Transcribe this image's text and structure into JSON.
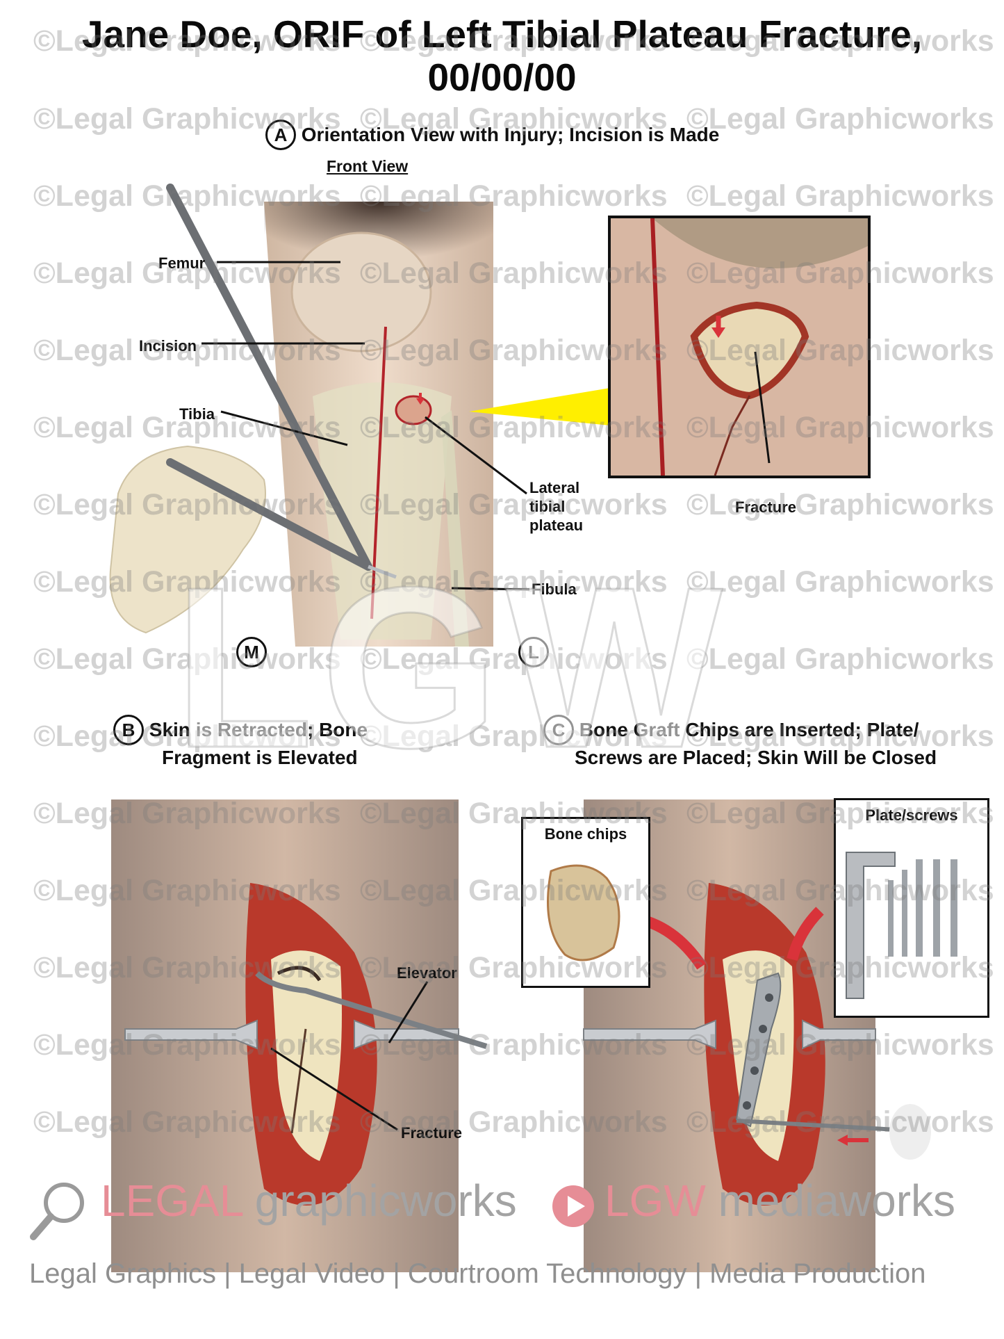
{
  "title": {
    "line1": "Jane Doe, ORIF of Left Tibial Plateau Fracture,",
    "line2": "00/00/00"
  },
  "sections": {
    "a": {
      "marker": "A",
      "title": "Orientation View with Injury; Incision is Made",
      "subheading": "Front View",
      "labels": {
        "femur": "Femur",
        "incision": "Incision",
        "tibia": "Tibia",
        "lateral_tibial_plateau": [
          "Lateral",
          "tibial",
          "plateau"
        ],
        "fibula": "Fibula",
        "fracture": "Fracture"
      },
      "orientation": {
        "medial": "M",
        "lateral": "L"
      }
    },
    "b": {
      "marker": "B",
      "title_lines": [
        "Skin is Retracted; Bone",
        "Fragment is Elevated"
      ],
      "labels": {
        "elevator": "Elevator",
        "fracture": "Fracture"
      }
    },
    "c": {
      "marker": "C",
      "title_lines": [
        "Bone Graft Chips are Inserted; Plate/",
        "Screws are Placed; Skin Will be Closed"
      ],
      "labels": {
        "bone_chips": "Bone chips",
        "plate_screws": "Plate/screws"
      }
    }
  },
  "watermark": {
    "text": "©Legal Graphicworks",
    "center_logo": "LGW"
  },
  "footer": {
    "brand_left_1": "LEGAL",
    "brand_left_2": "graphicworks",
    "brand_right_1": "LGW",
    "brand_right_2": "mediaworks",
    "tagline": "Legal Graphics | Legal Video | Courtroom Technology | Media Production"
  },
  "colors": {
    "accent_red": "#d9333a",
    "callout_yellow": "#ffef00",
    "footer_gray": "#8f8f8f",
    "skin": "#e9d3bf",
    "tissue_red": "#b9392b"
  },
  "icons": [
    "magnifier-icon",
    "play-icon"
  ]
}
